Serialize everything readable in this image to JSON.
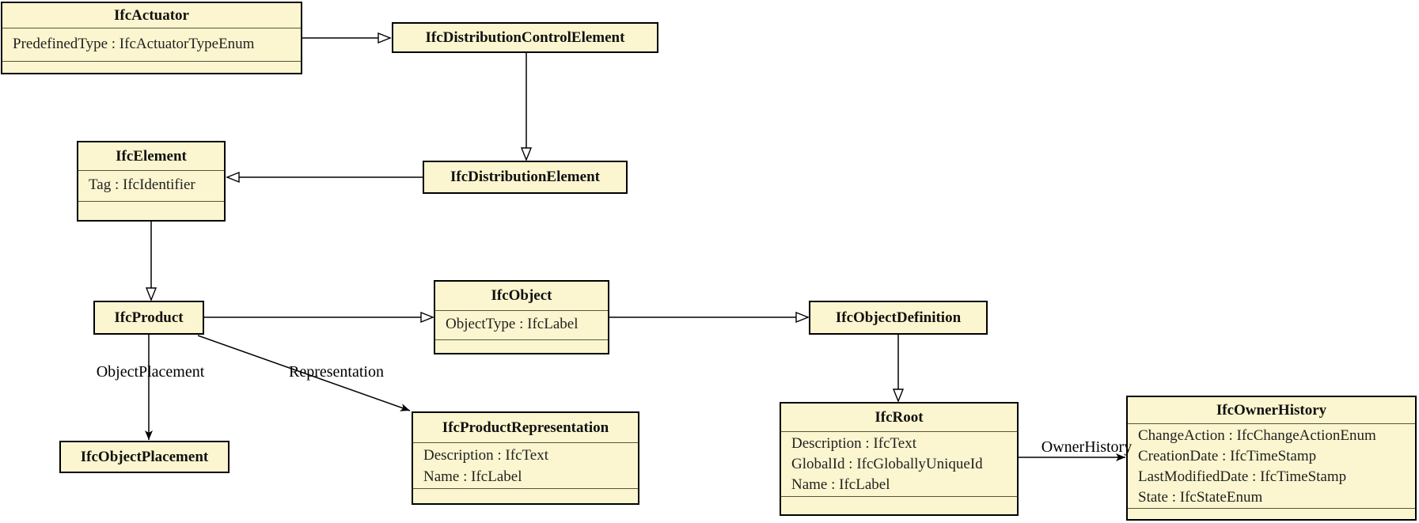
{
  "diagram": {
    "kind": "UML class diagram",
    "colors": {
      "box_fill": "#FBF6CF",
      "box_border": "#000000",
      "line": "#000000",
      "background": "#FFFFFF"
    }
  },
  "classes": {
    "actuator": {
      "name": "IfcActuator",
      "attributes": [
        "PredefinedType : IfcActuatorTypeEnum"
      ]
    },
    "distribution_control_element": {
      "name": "IfcDistributionControlElement",
      "attributes": []
    },
    "element": {
      "name": "IfcElement",
      "attributes": [
        "Tag : IfcIdentifier"
      ]
    },
    "distribution_element": {
      "name": "IfcDistributionElement",
      "attributes": []
    },
    "product": {
      "name": "IfcProduct",
      "attributes": []
    },
    "object": {
      "name": "IfcObject",
      "attributes": [
        "ObjectType : IfcLabel"
      ]
    },
    "object_definition": {
      "name": "IfcObjectDefinition",
      "attributes": []
    },
    "object_placement": {
      "name": "IfcObjectPlacement",
      "attributes": []
    },
    "product_representation": {
      "name": "IfcProductRepresentation",
      "attributes": [
        "Description : IfcText",
        "Name : IfcLabel"
      ]
    },
    "root": {
      "name": "IfcRoot",
      "attributes": [
        "Description : IfcText",
        "GlobalId : IfcGloballyUniqueId",
        "Name : IfcLabel"
      ]
    },
    "owner_history": {
      "name": "IfcOwnerHistory",
      "attributes": [
        "ChangeAction : IfcChangeActionEnum",
        "CreationDate : IfcTimeStamp",
        "LastModifiedDate : IfcTimeStamp",
        "State : IfcStateEnum"
      ]
    }
  },
  "edge_labels": {
    "object_placement": "ObjectPlacement",
    "representation": "Representation",
    "owner_history": "OwnerHistory"
  },
  "edges": [
    {
      "from": "IfcActuator",
      "to": "IfcDistributionControlElement",
      "type": "generalization"
    },
    {
      "from": "IfcDistributionControlElement",
      "to": "IfcDistributionElement",
      "type": "generalization"
    },
    {
      "from": "IfcDistributionElement",
      "to": "IfcElement",
      "type": "generalization"
    },
    {
      "from": "IfcElement",
      "to": "IfcProduct",
      "type": "generalization"
    },
    {
      "from": "IfcProduct",
      "to": "IfcObject",
      "type": "generalization"
    },
    {
      "from": "IfcObject",
      "to": "IfcObjectDefinition",
      "type": "generalization"
    },
    {
      "from": "IfcObjectDefinition",
      "to": "IfcRoot",
      "type": "generalization"
    },
    {
      "from": "IfcProduct",
      "to": "IfcObjectPlacement",
      "type": "association",
      "label": "ObjectPlacement"
    },
    {
      "from": "IfcProduct",
      "to": "IfcProductRepresentation",
      "type": "association",
      "label": "Representation"
    },
    {
      "from": "IfcRoot",
      "to": "IfcOwnerHistory",
      "type": "association",
      "label": "OwnerHistory"
    }
  ]
}
